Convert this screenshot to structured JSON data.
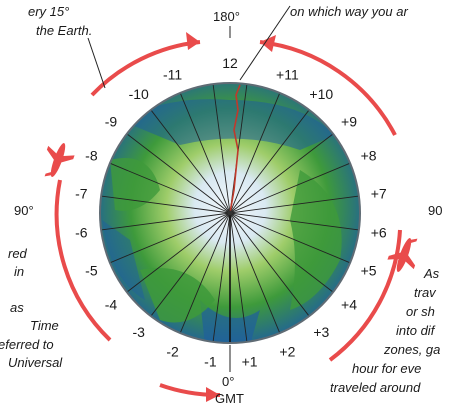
{
  "degree_labels": {
    "top": "180°",
    "left": "90°",
    "right": "90",
    "bottom": "0°",
    "bottom_sub": "GMT"
  },
  "zone_labels": [
    "-11",
    "-10",
    "-9",
    "-8",
    "-7",
    "-6",
    "-5",
    "-4",
    "-3",
    "-2",
    "-1",
    "+1",
    "+2",
    "+3",
    "+4",
    "+5",
    "+6",
    "+7",
    "+8",
    "+9",
    "+10",
    "+11",
    "12"
  ],
  "captions": {
    "top_left": [
      "ery 15°",
      "the Earth."
    ],
    "top_right": [
      "on which way you ar"
    ],
    "left": [
      "red",
      "in",
      "as",
      "Time",
      "eferred to",
      "Universal"
    ],
    "right": [
      "As",
      "trav",
      "or sh",
      "into dif",
      "zones, ga",
      "hour for eve",
      "traveled around"
    ]
  },
  "colors": {
    "ring": "#e94b4b",
    "ocean": "#1f5f9d",
    "land": "#3e9a3b",
    "ice": "#e9f2f7",
    "line": "#222222"
  },
  "icons": [
    "airplane-left-icon",
    "airplane-right-icon"
  ]
}
